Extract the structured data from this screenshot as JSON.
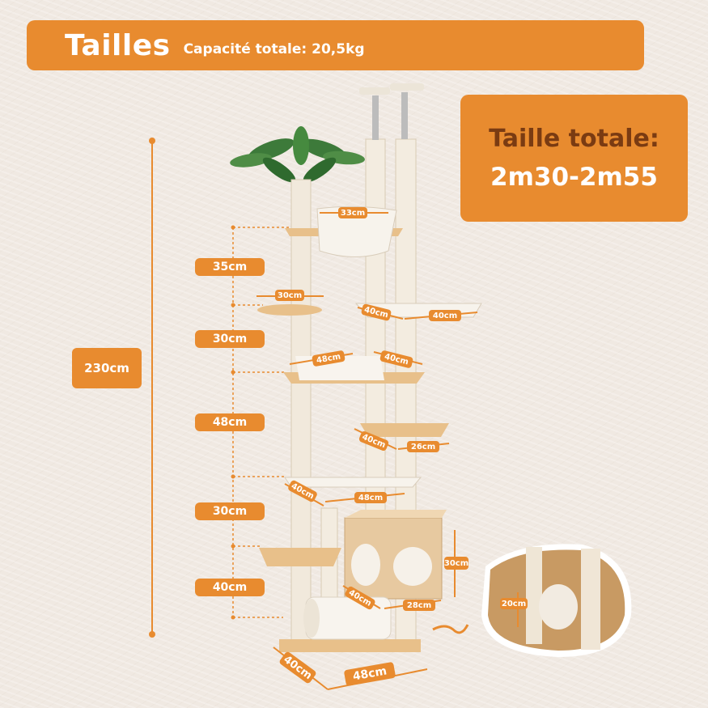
{
  "header": {
    "title": "Tailles",
    "subtitle": "Capacité totale: 20,5kg"
  },
  "total": {
    "label": "Taille totale:",
    "value": "2m30-2m55"
  },
  "heights": {
    "total": "230cm",
    "h1": "35cm",
    "h2": "30cm",
    "h3": "48cm",
    "h4": "30cm",
    "h5": "40cm"
  },
  "dims": {
    "hammock_top": "33cm",
    "small_round": "30cm",
    "right_hammock_a": "40cm",
    "right_hammock_b": "40cm",
    "mid_bed_a": "48cm",
    "mid_bed_b": "40cm",
    "step_a": "40cm",
    "step_b": "26cm",
    "lower_bed_a": "40cm",
    "lower_bed_b": "48cm",
    "condo_h": "30cm",
    "condo_d": "40cm",
    "condo_w": "28cm",
    "base_d": "40cm",
    "base_w": "48cm",
    "inset": "20cm"
  },
  "colors": {
    "accent": "#e88b2f",
    "dark_text": "#7a3b12"
  }
}
